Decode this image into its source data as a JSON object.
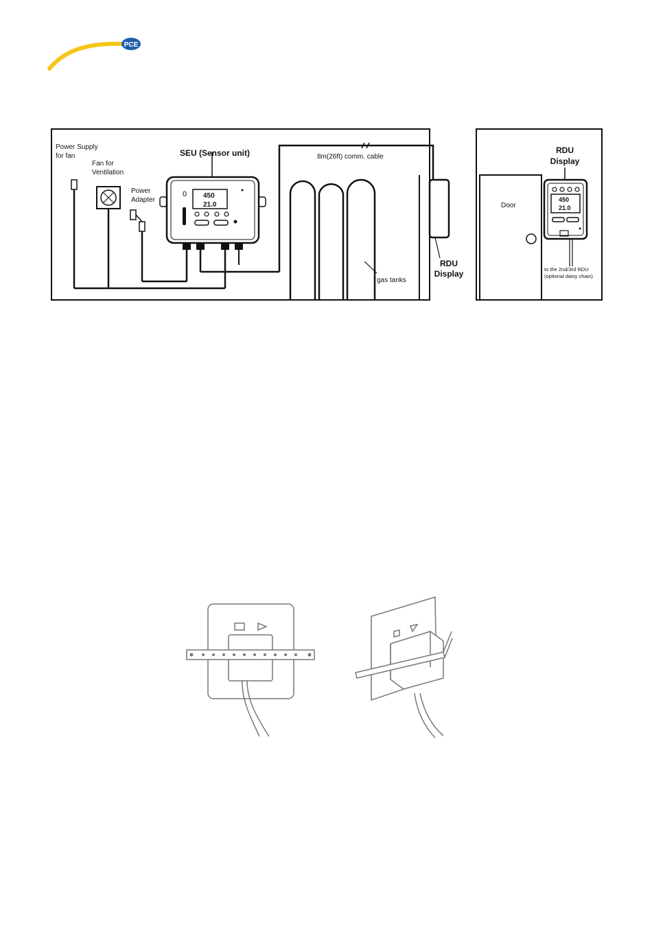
{
  "logo": {
    "text": "PCE",
    "arc_color": "#f5c518",
    "badge_color": "#1f5fae"
  },
  "diagram": {
    "labels": {
      "power_supply_line1": "Power Supply",
      "power_supply_line2": "for fan",
      "fan_line1": "Fan for",
      "fan_line2": "Ventilation",
      "adapter_line1": "Power",
      "adapter_line2": "Adapter",
      "seu": "SEU (Sensor unit)",
      "cable": "8m(26ft) comm. cable",
      "gas_tanks": "gas tanks",
      "rdu_line1": "RDU",
      "rdu_line2": "Display",
      "rdu2_line1": "RDU",
      "rdu2_line2": "Display",
      "door": "Door",
      "daisy_line1": "to the 2nd/3rd RDU",
      "daisy_line2": "(optional daisy chain)"
    },
    "display": {
      "reading1": "450",
      "reading2": "21.0"
    }
  }
}
